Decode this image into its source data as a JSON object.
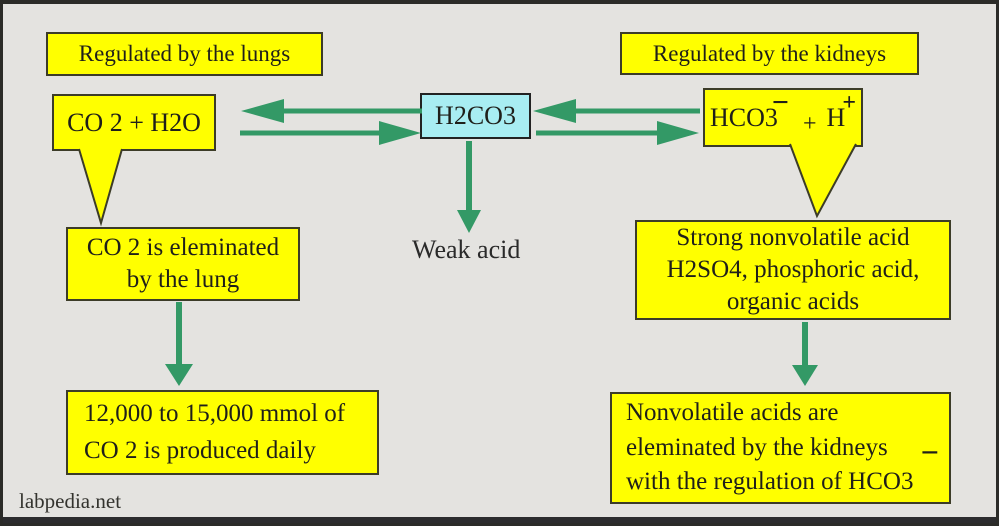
{
  "colors": {
    "background": "#e4e3e0",
    "box_yellow": "#ffff00",
    "box_cyan": "#a8edf2",
    "arrow_green": "#339966",
    "box_border": "#3c3c28",
    "text": "#1f1f1a"
  },
  "nodes": {
    "regulated_lungs": "Regulated by the lungs",
    "regulated_kidneys": "Regulated by the kidneys",
    "co2_h2o": "CO 2 + H2O",
    "h2co3": "H2CO3",
    "hco3_h": {
      "bicarb": "HCO3",
      "bicarb_charge": "−",
      "plus_sign": "+",
      "hydrogen": "H",
      "hydrogen_charge": "+"
    },
    "weak_acid": "Weak acid",
    "co2_eliminated": {
      "line1": "CO 2 is eleminated",
      "line2": "by the lung"
    },
    "strong_acid": {
      "line1": "Strong nonvolatile acid",
      "line2": "H2SO4, phosphoric acid,",
      "line3": "organic acids"
    },
    "co2_produced": {
      "line1": "12,000 to 15,000 mmol of",
      "line2": "CO 2 is produced daily"
    },
    "nonvolatile": {
      "line1": "Nonvolatile acids are",
      "line2": "eleminated by the kidneys",
      "line3": "with the regulation of HCO3",
      "charge": "−"
    },
    "watermark": "labpedia.net"
  }
}
